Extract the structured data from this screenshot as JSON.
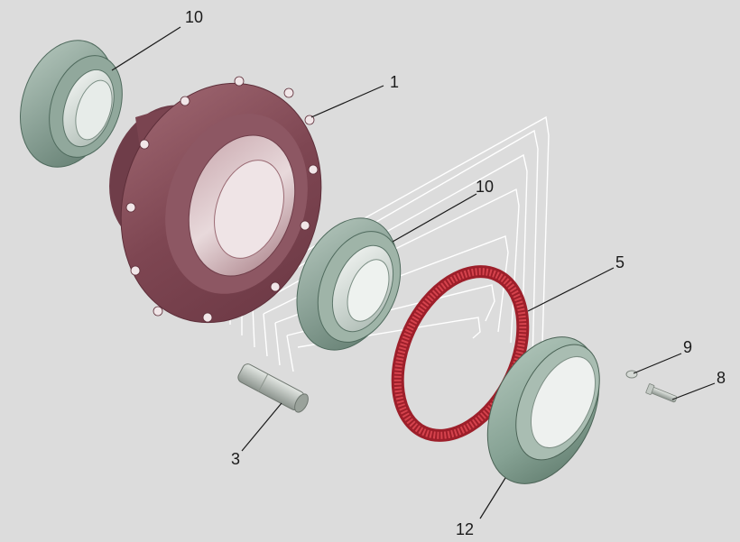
{
  "diagram": {
    "type": "exploded-assembly",
    "colors": {
      "background": "#dcdcdc",
      "hub": "#8a5560",
      "gear": "#c0303a",
      "bearing_outer": "#8fa59a",
      "cover": "#93ad9f",
      "pin": "#b2b8b2",
      "guide_lines": "#ffffff"
    },
    "callouts": {
      "c1": "1",
      "c3": "3",
      "c5": "5",
      "c8": "8",
      "c9": "9",
      "c10a": "10",
      "c10b": "10",
      "c12": "12"
    },
    "parts": [
      {
        "number": "1",
        "icon": "wheel-hub-icon"
      },
      {
        "number": "3",
        "icon": "stud-pin-icon"
      },
      {
        "number": "5",
        "icon": "ring-gear-icon"
      },
      {
        "number": "8",
        "icon": "bolt-icon"
      },
      {
        "number": "9",
        "icon": "washer-icon"
      },
      {
        "number": "10",
        "icon": "tapered-bearing-icon"
      },
      {
        "number": "12",
        "icon": "hub-cover-icon"
      }
    ]
  }
}
